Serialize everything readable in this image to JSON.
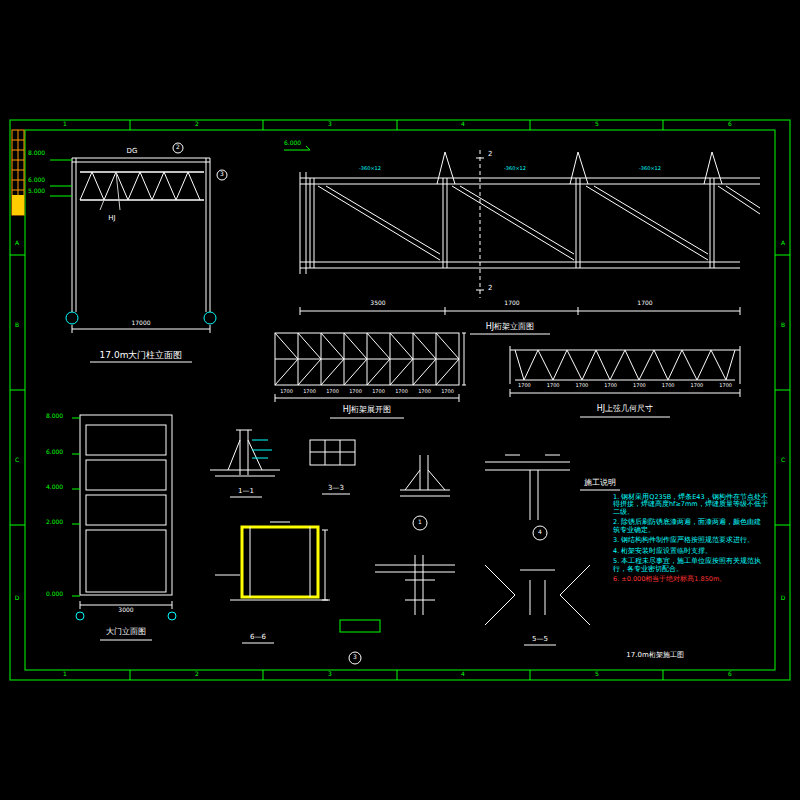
{
  "diagram": {
    "labels": [
      "1",
      "2",
      "3",
      "4",
      "5",
      "6",
      "1",
      "2",
      "3",
      "4",
      "5",
      "6",
      "A",
      "B",
      "C",
      "D",
      "A",
      "B",
      "C",
      "D",
      "8.000",
      "6.000",
      "5.000",
      "DG",
      "2",
      "3",
      "HJ",
      "17000",
      "17.0m大门柱立面图",
      "6.000",
      "2",
      "2",
      "-360×12",
      "-360×12",
      "-360×12",
      "3500",
      "1700",
      "1700",
      "HJ桁架立面图",
      "1700",
      "1700",
      "1700",
      "1700",
      "1700",
      "1700",
      "1700",
      "1700",
      "HJ桁架展开图",
      "1700",
      "1700",
      "1700",
      "1700",
      "1700",
      "1700",
      "1700",
      "1700",
      "HJ上弦几何尺寸",
      "8.000",
      "6.000",
      "4.000",
      "2.000",
      "0.000",
      "3000",
      "大门立面图",
      "1—1",
      "3—3",
      "1",
      "4",
      "6—6",
      "5—5",
      "3",
      "施工说明",
      "1. 钢材采用Q235B，焊条E43，钢构件在节点处不得拼接，焊缝高度hf≥7mm，焊缝质量等级不低于二级。",
      "2. 除锈后刷防锈底漆两遍，面漆两遍，颜色由建筑专业确定。",
      "3. 钢结构构件制作应严格按照规范要求进行。",
      "4. 桁架安装时应设置临时支撑。",
      "5. 本工程未尽事宜，施工单位应按照有关规范执行，各专业密切配合。",
      "6. ±0.000相当于绝对标高1.850m。",
      "17.0m桁架施工图"
    ]
  }
}
